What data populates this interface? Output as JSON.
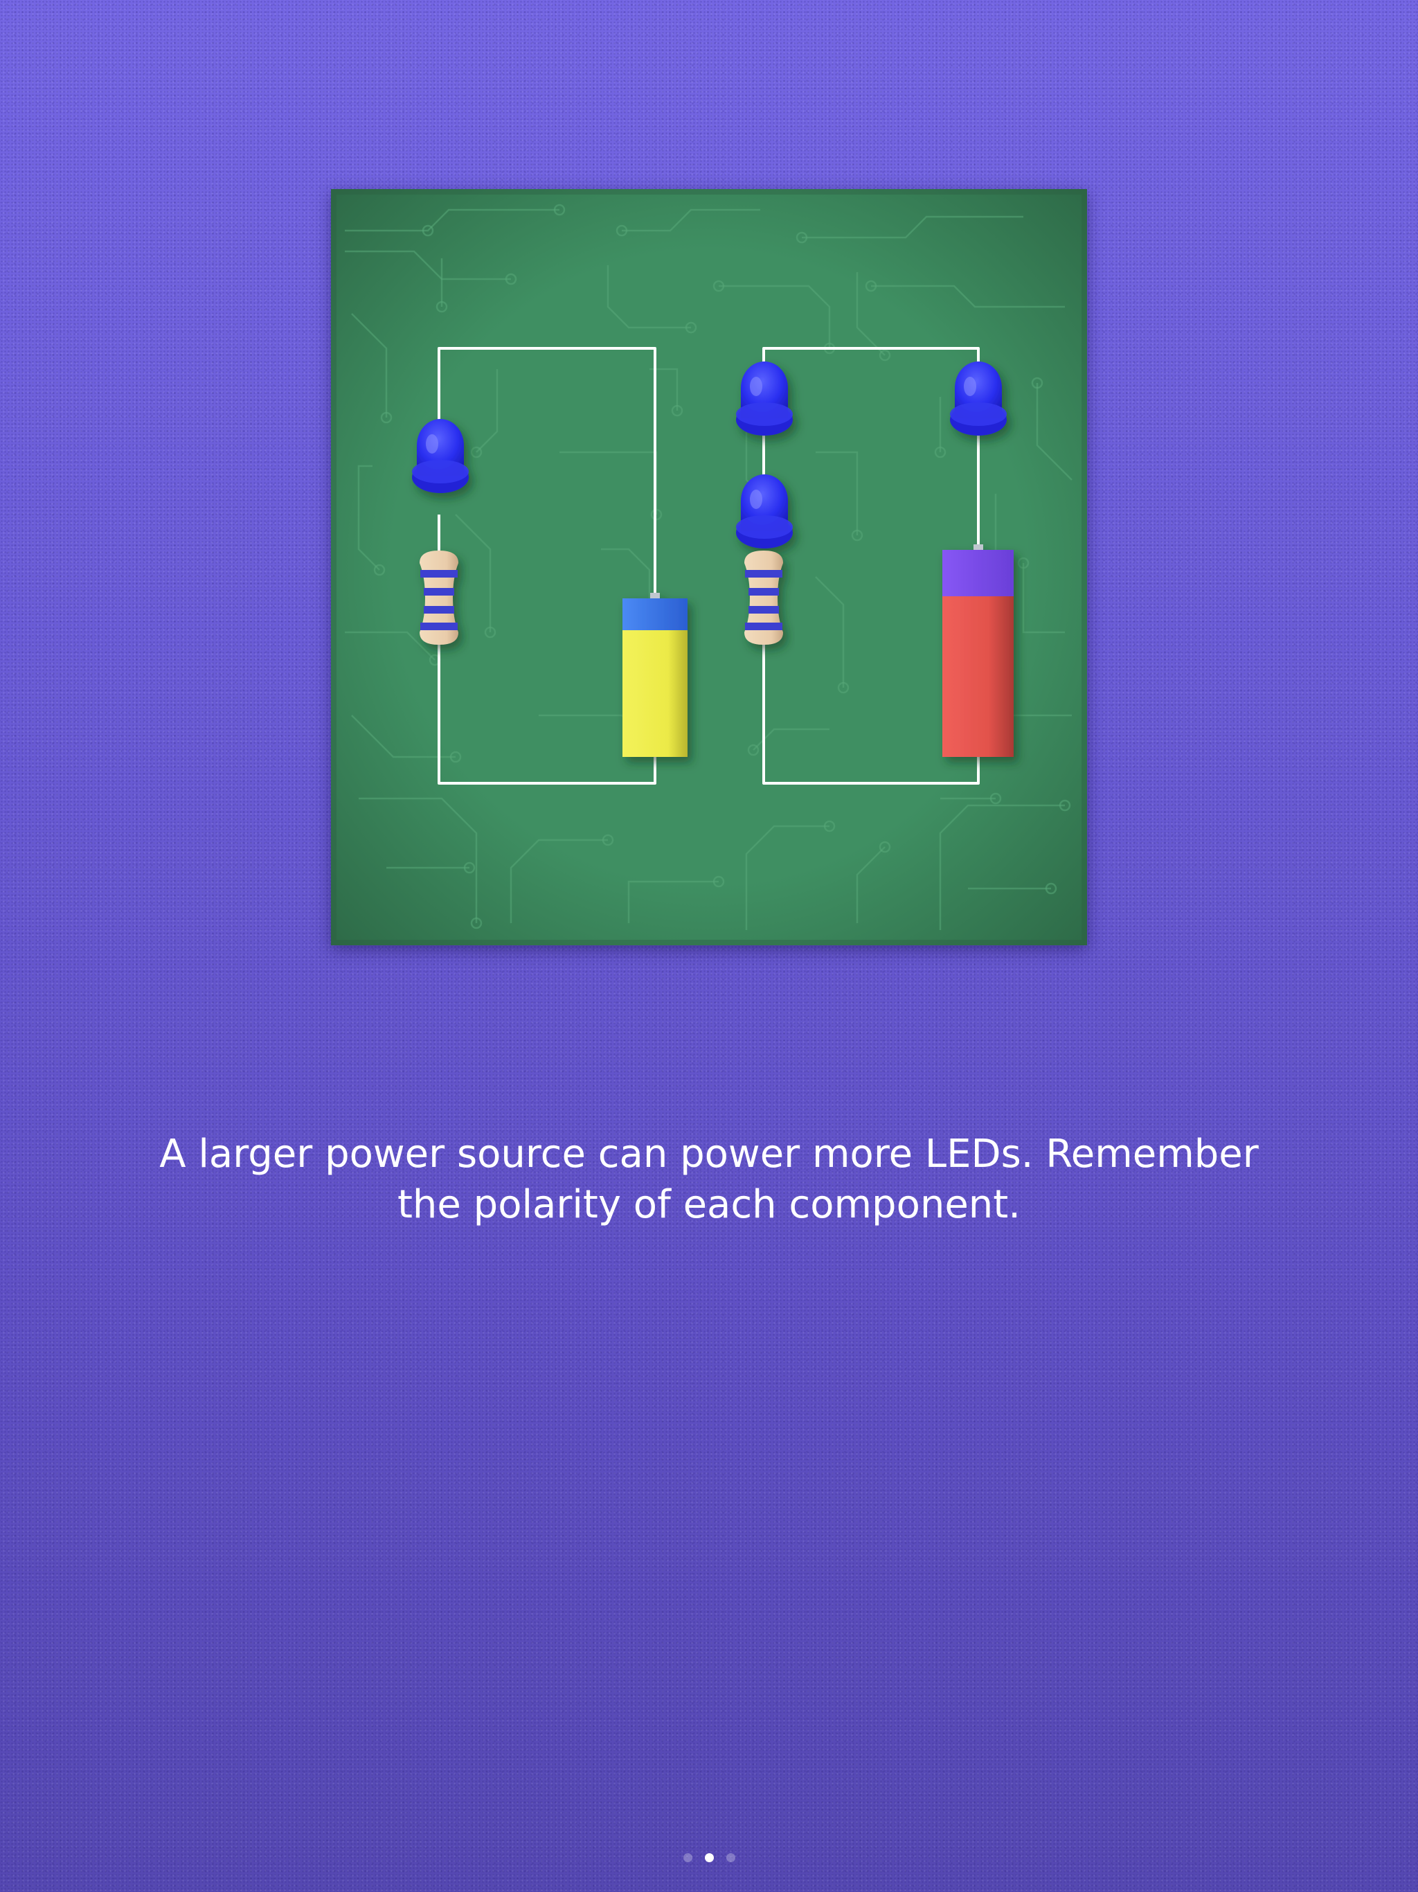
{
  "tutorial": {
    "caption": "A larger power source can power more LEDs. Remember the polarity of each component.",
    "page_indicator": {
      "total": 3,
      "current": 2
    }
  },
  "board": {
    "color": "#3f8f62",
    "wire_color": "#ffffff",
    "led_color": "#2a2ff0",
    "small_battery": {
      "top_color": "#3c7af0",
      "body_color": "#f0ee4e"
    },
    "large_battery": {
      "top_color": "#7a4cf2",
      "body_color": "#e8554f"
    },
    "resistor": {
      "body_color": "#efd2ad",
      "band_color": "#3d3fd0"
    }
  }
}
